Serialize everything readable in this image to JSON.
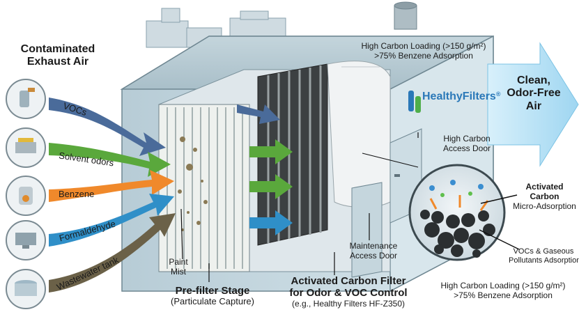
{
  "intake": {
    "title_line1": "Contaminated",
    "title_line2": "Exhaust Air",
    "sources": [
      {
        "label": "VOCs",
        "icon": "spray-bottle-icon",
        "arrow_color": "#4a6b9a"
      },
      {
        "label": "Solvent odors",
        "icon": "printer-icon",
        "arrow_color": "#5aa83c"
      },
      {
        "label": "Benzene",
        "icon": "chemical-flask-icon",
        "arrow_color": "#f0892b"
      },
      {
        "label": "Formaldehyde",
        "icon": "computer-icon",
        "arrow_color": "#2f8fc8"
      },
      {
        "label": "Wastewater tank",
        "icon": "tank-icon",
        "arrow_color": "#6b6148"
      }
    ]
  },
  "prefilter": {
    "paint_mist_line1": "Paint",
    "paint_mist_line2": "Mist",
    "stage_title": "Pre-filter Stage",
    "stage_subtitle": "(Particulate Capture)"
  },
  "carbon_filter": {
    "title_line1": "Activated Carbon Filter",
    "title_line2": "for Odor & VOC Control",
    "model_note": "(e.g., Healthy Filters HF-Z350)"
  },
  "unit": {
    "brand": "HealthyFilters",
    "brand_mark": "®",
    "spec_top_line1": "High Carbon Loading (>150 g/m²)",
    "spec_top_line2": ">75% Benzene Adsorption",
    "access_door_line1": "High Carbon",
    "access_door_line2": "Access Door",
    "maintenance_line1": "Maintenance",
    "maintenance_line2": "Access Door"
  },
  "output": {
    "line1": "Clean,",
    "line2": "Odor-Free",
    "line3": "Air"
  },
  "inset": {
    "activated_line1": "Activated",
    "activated_line2": "Carbon",
    "activated_line3": "Micro-Adsorption",
    "vocs_line1": "VOCs & Gaseous",
    "vocs_line2": "Pollutants Adsorption",
    "spec_line1": "High Carbon Loading (>150 g/m²)",
    "spec_line2": ">75% Benzene Adsorption"
  },
  "colors": {
    "housing": "#c9dbe3",
    "housing_dark": "#8fabb8",
    "clean_air": "#bfe6f7",
    "brand_blue": "#2a78b8",
    "brand_green": "#4fae4a"
  }
}
